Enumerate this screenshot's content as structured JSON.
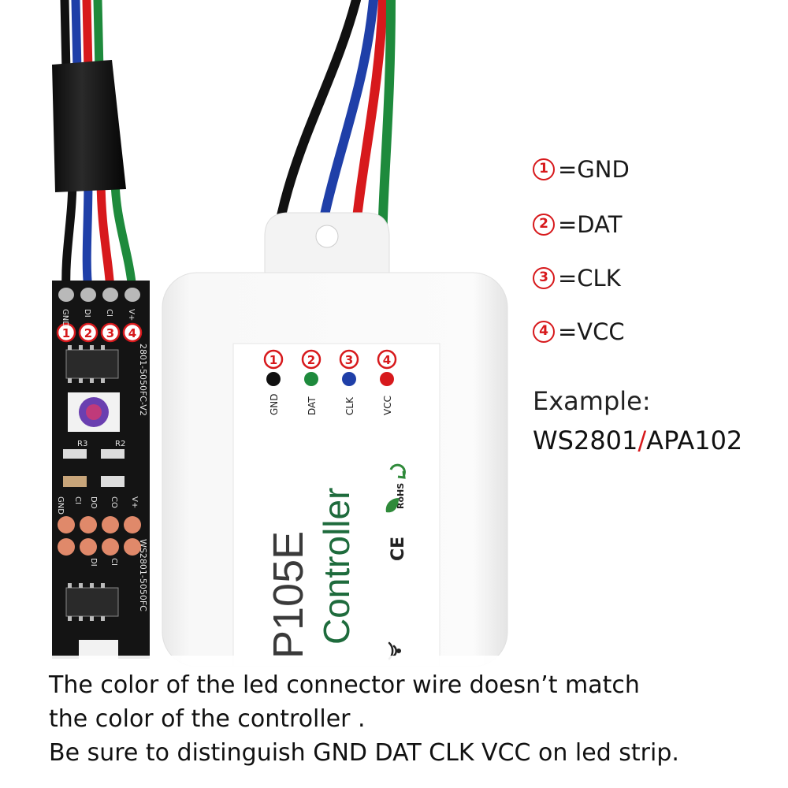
{
  "legend": [
    {
      "num": "1",
      "label": "=GND"
    },
    {
      "num": "2",
      "label": "=DAT"
    },
    {
      "num": "3",
      "label": "=CLK"
    },
    {
      "num": "4",
      "label": "=VCC"
    }
  ],
  "example": {
    "heading": "Example:",
    "chip_a": "WS2801",
    "separator": "/",
    "chip_b": "APA102"
  },
  "controller": {
    "model": "P105E",
    "word": "Controller",
    "pins": [
      {
        "num": "1",
        "name": "GND",
        "color": "#111111"
      },
      {
        "num": "2",
        "name": "DAT",
        "color": "#1e8a3c"
      },
      {
        "num": "3",
        "name": "CLK",
        "color": "#1f3fa8"
      },
      {
        "num": "4",
        "name": "VCC",
        "color": "#d7191c"
      }
    ],
    "marks": {
      "ce": "CE",
      "rohs": "RoHS"
    }
  },
  "strip": {
    "pin_labels": [
      "GND",
      "DI",
      "CI",
      "V+"
    ],
    "pad_labels_top": [
      "GND",
      "CI",
      "DO",
      "CO",
      "V+"
    ],
    "pad_labels_bottom": [
      "DI",
      "CI"
    ],
    "silk_top": "2801-5050FC-V2",
    "silk_bottom": "WS2801-5050FC",
    "resistors": [
      "R3",
      "R2"
    ]
  },
  "wires": {
    "colors": [
      "#111111",
      "#1f3fa8",
      "#d7191c",
      "#1e8a3c"
    ]
  },
  "note": {
    "line1": "The color of the led connector wire doesn’t match",
    "line2": "the color of the controller .",
    "line3": "Be sure to distinguish GND DAT CLK VCC on led strip."
  }
}
